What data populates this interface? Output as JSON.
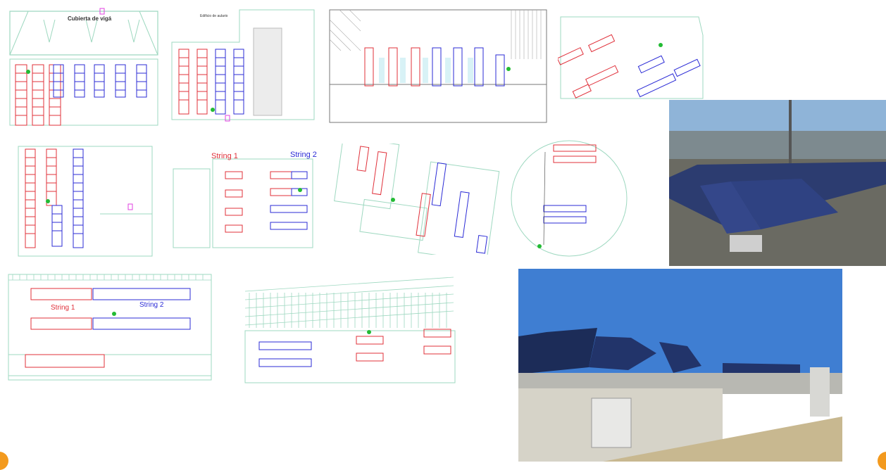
{
  "labels": {
    "p1_title": "Cubierta de vigá",
    "p2_note": "Edificio de aulario",
    "p6_string1": "String 1",
    "p6_string2": "String 2",
    "p9_string1": "String 1",
    "p9_string2": "String 2"
  },
  "colors": {
    "string1": "#e0303a",
    "string2": "#2b2bd6",
    "outline": "#9ed8c0",
    "inverter": "#22bb33",
    "connector": "#e040e0",
    "corner": "#f39a1e"
  }
}
